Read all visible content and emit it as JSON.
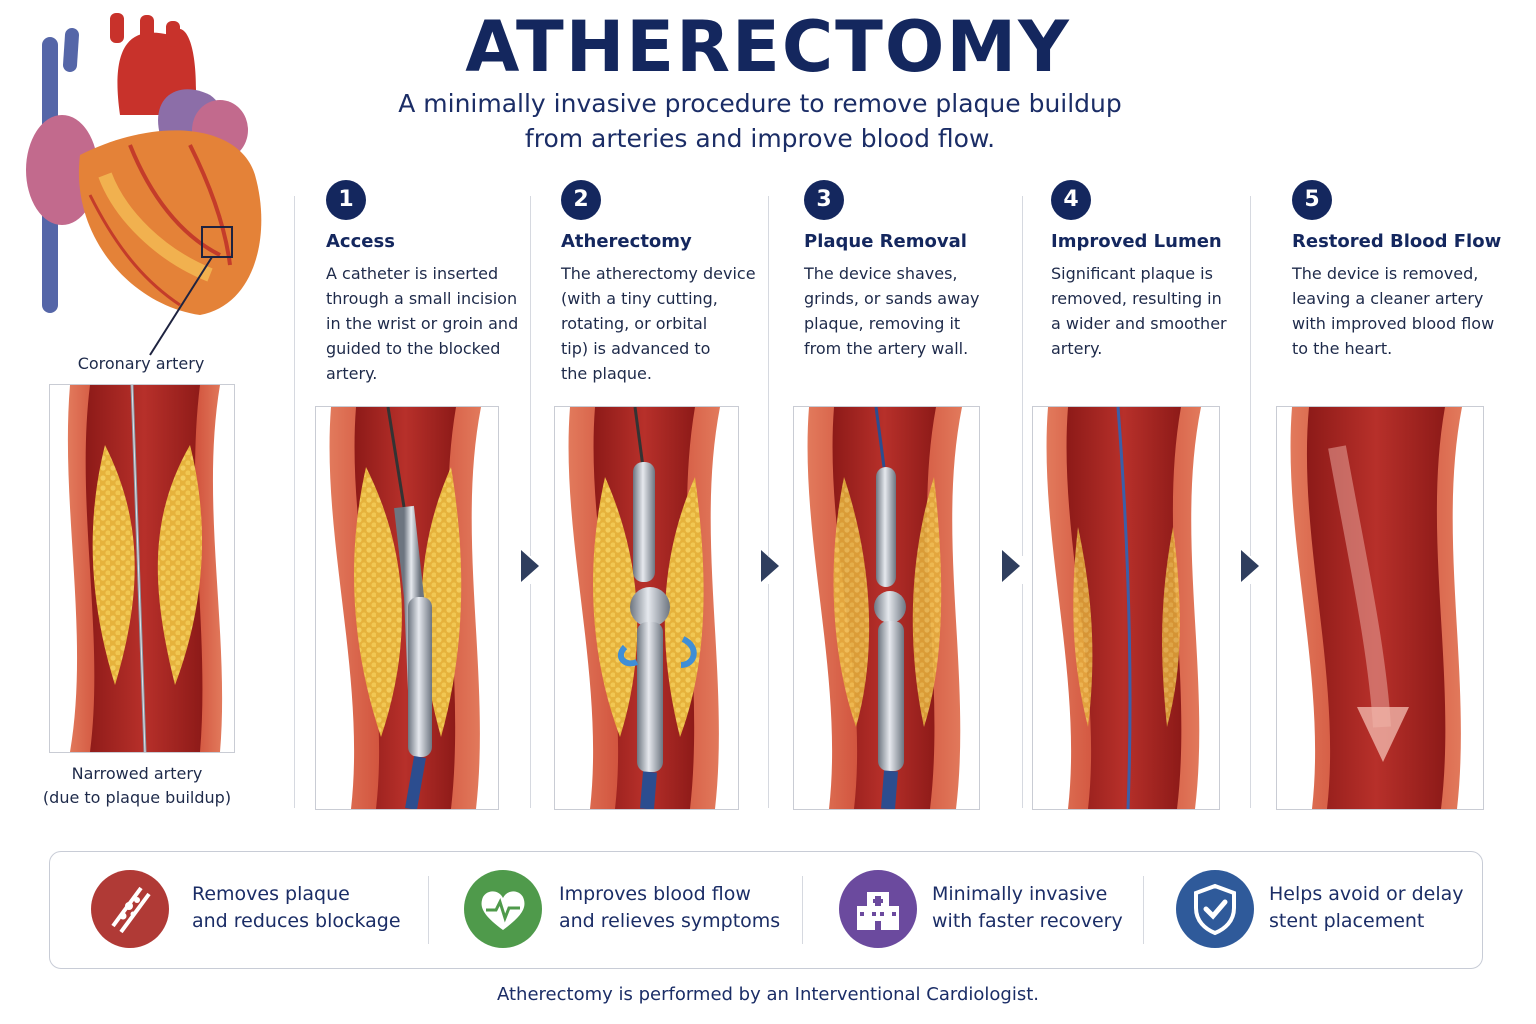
{
  "title": "ATHERECTOMY",
  "subtitle_line1": "A minimally invasive procedure to remove plaque buildup",
  "subtitle_line2": "from arteries and improve blood flow.",
  "left": {
    "coronary_label": "Coronary artery",
    "narrowed_line1": "Narrowed artery",
    "narrowed_line2": "(due to plaque buildup)"
  },
  "steps": [
    {
      "num": "1",
      "title": "Access",
      "lines": [
        "A catheter is inserted",
        "through a small incision",
        "in the wrist or groin and",
        "guided to the blocked",
        "artery."
      ]
    },
    {
      "num": "2",
      "title": "Atherectomy",
      "lines": [
        "The atherectomy device",
        "(with a tiny cutting,",
        "rotating, or orbital",
        "tip) is advanced to",
        "the plaque."
      ]
    },
    {
      "num": "3",
      "title": "Plaque Removal",
      "lines": [
        "The device shaves,",
        "grinds, or sands away",
        "plaque, removing it",
        "from the artery wall."
      ]
    },
    {
      "num": "4",
      "title": "Improved Lumen",
      "lines": [
        "Significant plaque is",
        "removed, resulting in",
        "a wider and smoother",
        "artery."
      ]
    },
    {
      "num": "5",
      "title": "Restored Blood Flow",
      "lines": [
        "The device is removed,",
        "leaving a cleaner artery",
        "with improved blood flow",
        "to the heart."
      ]
    }
  ],
  "benefits": [
    {
      "icon": "artery-plaque-icon",
      "color": "#b03a36",
      "line1": "Removes plaque",
      "line2": "and reduces blockage"
    },
    {
      "icon": "heart-pulse-icon",
      "color": "#4f9a4b",
      "line1": "Improves blood flow",
      "line2": "and relieves symptoms"
    },
    {
      "icon": "hospital-icon",
      "color": "#6b4a9e",
      "line1": "Minimally invasive",
      "line2": "with faster recovery"
    },
    {
      "icon": "shield-check-icon",
      "color": "#2f5a9a",
      "line1": "Helps avoid or delay",
      "line2": "stent placement"
    }
  ],
  "footer": "Atherectomy is performed by an Interventional Cardiologist.",
  "colors": {
    "navy": "#14275e",
    "artery_wall": "#d9553d",
    "lumen": "#a3221f",
    "plaque": "#e8b640",
    "catheter": "#9aa3ad"
  }
}
